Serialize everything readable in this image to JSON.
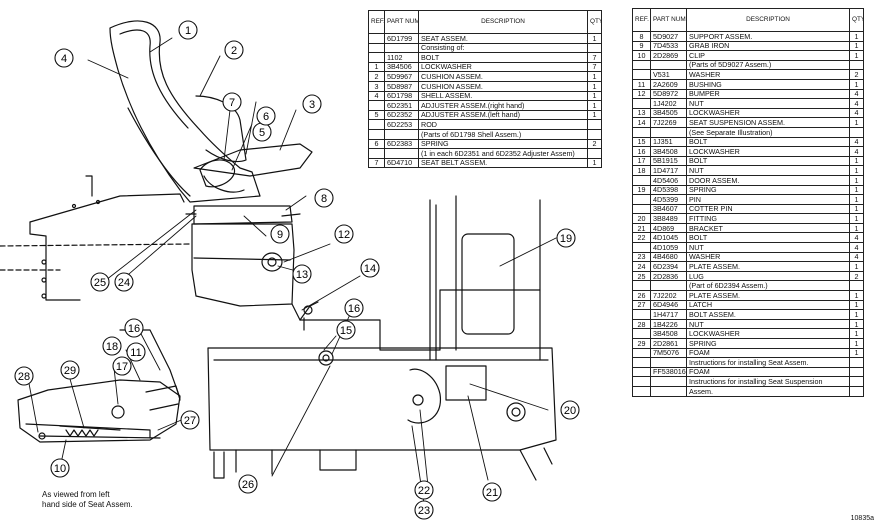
{
  "callouts": [
    "1",
    "2",
    "3",
    "4",
    "5",
    "6",
    "7",
    "8",
    "9",
    "10",
    "11",
    "12",
    "13",
    "14",
    "15",
    "16",
    "16",
    "17",
    "18",
    "19",
    "20",
    "21",
    "22",
    "23",
    "24",
    "25",
    "26",
    "27",
    "28",
    "29"
  ],
  "view_caption": "As viewed from left\nhand side of Seat Assem.",
  "drawing_number": "10835a",
  "table_headers": {
    "ref": "REF. NO.",
    "part": "PART NUMBER",
    "desc": "DESCRIPTION",
    "qty": "QTY"
  },
  "parts_table_left": [
    {
      "ref": "",
      "part": "6D1799",
      "desc": "SEAT ASSEM.",
      "qty": "1"
    },
    {
      "ref": "",
      "part": "",
      "desc": "Consisting of:",
      "qty": ""
    },
    {
      "ref": "",
      "part": "1102",
      "desc": "BOLT",
      "qty": "7"
    },
    {
      "ref": "1",
      "part": "3B4506",
      "desc": "LOCKWASHER",
      "qty": "7"
    },
    {
      "ref": "2",
      "part": "5D9967",
      "desc": "CUSHION ASSEM.",
      "qty": "1"
    },
    {
      "ref": "3",
      "part": "5D8987",
      "desc": "CUSHION ASSEM.",
      "qty": "1"
    },
    {
      "ref": "4",
      "part": "6D1798",
      "desc": "SHELL ASSEM.",
      "qty": "1"
    },
    {
      "ref": "",
      "part": "6D2351",
      "desc": "ADJUSTER ASSEM.(right hand)",
      "qty": "1"
    },
    {
      "ref": "5",
      "part": "6D2352",
      "desc": "ADJUSTER ASSEM.(left hand)",
      "qty": "1"
    },
    {
      "ref": "",
      "part": "6D2253",
      "desc": "ROD",
      "qty": ""
    },
    {
      "ref": "",
      "part": "",
      "desc": "(Parts of 6D1798 Shell Assem.)",
      "qty": ""
    },
    {
      "ref": "6",
      "part": "6D2383",
      "desc": "SPRING",
      "qty": "2"
    },
    {
      "ref": "",
      "part": "",
      "desc": "(1 in each 6D2351 and 6D2352 Adjuster Assem)",
      "qty": ""
    },
    {
      "ref": "7",
      "part": "6D4710",
      "desc": "SEAT BELT ASSEM.",
      "qty": "1"
    }
  ],
  "parts_table_right": [
    {
      "ref": "8",
      "part": "5D9027",
      "desc": "SUPPORT ASSEM.",
      "qty": "1"
    },
    {
      "ref": "9",
      "part": "7D4533",
      "desc": "GRAB IRON",
      "qty": "1"
    },
    {
      "ref": "10",
      "part": "2D2869",
      "desc": "CLIP",
      "qty": "1"
    },
    {
      "ref": "",
      "part": "",
      "desc": "(Parts of 5D9027 Assem.)",
      "qty": ""
    },
    {
      "ref": "",
      "part": "V531",
      "desc": "WASHER",
      "qty": "2"
    },
    {
      "ref": "11",
      "part": "2A2609",
      "desc": "BUSHING",
      "qty": "1"
    },
    {
      "ref": "12",
      "part": "5D8972",
      "desc": "BUMPER",
      "qty": "4"
    },
    {
      "ref": "",
      "part": "1J4202",
      "desc": "NUT",
      "qty": "4"
    },
    {
      "ref": "13",
      "part": "3B4505",
      "desc": "LOCKWASHER",
      "qty": "4"
    },
    {
      "ref": "14",
      "part": "7J2269",
      "desc": "SEAT SUSPENSION ASSEM.",
      "qty": "1"
    },
    {
      "ref": "",
      "part": "",
      "desc": "(See Separate Illustration)",
      "qty": ""
    },
    {
      "ref": "15",
      "part": "1J351",
      "desc": "BOLT",
      "qty": "4"
    },
    {
      "ref": "16",
      "part": "3B4508",
      "desc": "LOCKWASHER",
      "qty": "4"
    },
    {
      "ref": "17",
      "part": "5B1915",
      "desc": "BOLT",
      "qty": "1"
    },
    {
      "ref": "18",
      "part": "1D4717",
      "desc": "NUT",
      "qty": "1"
    },
    {
      "ref": "",
      "part": "4D5406",
      "desc": "DOOR ASSEM.",
      "qty": "1"
    },
    {
      "ref": "19",
      "part": "4D5398",
      "desc": "SPRING",
      "qty": "1"
    },
    {
      "ref": "",
      "part": "4D5399",
      "desc": "PIN",
      "qty": "1"
    },
    {
      "ref": "",
      "part": "3B4607",
      "desc": "COTTER PIN",
      "qty": "1"
    },
    {
      "ref": "20",
      "part": "3B8489",
      "desc": "FITTING",
      "qty": "1"
    },
    {
      "ref": "21",
      "part": "4D869",
      "desc": "BRACKET",
      "qty": "1"
    },
    {
      "ref": "22",
      "part": "4D1045",
      "desc": "BOLT",
      "qty": "4"
    },
    {
      "ref": "",
      "part": "4D1059",
      "desc": "NUT",
      "qty": "4"
    },
    {
      "ref": "23",
      "part": "4B4680",
      "desc": "WASHER",
      "qty": "4"
    },
    {
      "ref": "24",
      "part": "6D2394",
      "desc": "PLATE ASSEM.",
      "qty": "1"
    },
    {
      "ref": "25",
      "part": "2D2836",
      "desc": "LUG",
      "qty": "2"
    },
    {
      "ref": "",
      "part": "",
      "desc": "(Part of 6D2394 Assem.)",
      "qty": ""
    },
    {
      "ref": "26",
      "part": "7J2202",
      "desc": "PLATE ASSEM.",
      "qty": "1"
    },
    {
      "ref": "27",
      "part": "6D4946",
      "desc": "LATCH",
      "qty": "1"
    },
    {
      "ref": "",
      "part": "1H4717",
      "desc": "BOLT ASSEM.",
      "qty": "1"
    },
    {
      "ref": "28",
      "part": "1B4226",
      "desc": "NUT",
      "qty": "1"
    },
    {
      "ref": "",
      "part": "3B4508",
      "desc": "LOCKWASHER",
      "qty": "1"
    },
    {
      "ref": "29",
      "part": "2D2861",
      "desc": "SPRING",
      "qty": "1"
    },
    {
      "ref": "",
      "part": "7M5076",
      "desc": "FOAM",
      "qty": "1"
    },
    {
      "ref": "",
      "part": "",
      "desc": "Instructions for installing Seat Assem.",
      "qty": ""
    },
    {
      "ref": "",
      "part": "FF538016",
      "desc": "FOAM",
      "qty": ""
    },
    {
      "ref": "",
      "part": "",
      "desc": "Instructions for installing Seat Suspension",
      "qty": ""
    },
    {
      "ref": "",
      "part": "",
      "desc": "Assem.",
      "qty": ""
    }
  ]
}
